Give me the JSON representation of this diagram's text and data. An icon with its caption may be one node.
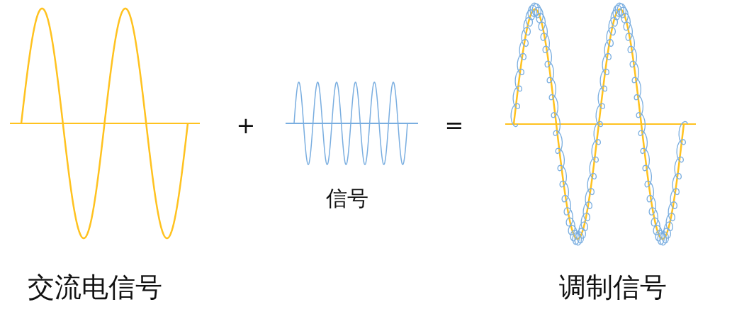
{
  "diagram": {
    "labels": [
      "+",
      "=",
      "信号",
      "交流电信号",
      "调制信号"
    ]
  }
}
